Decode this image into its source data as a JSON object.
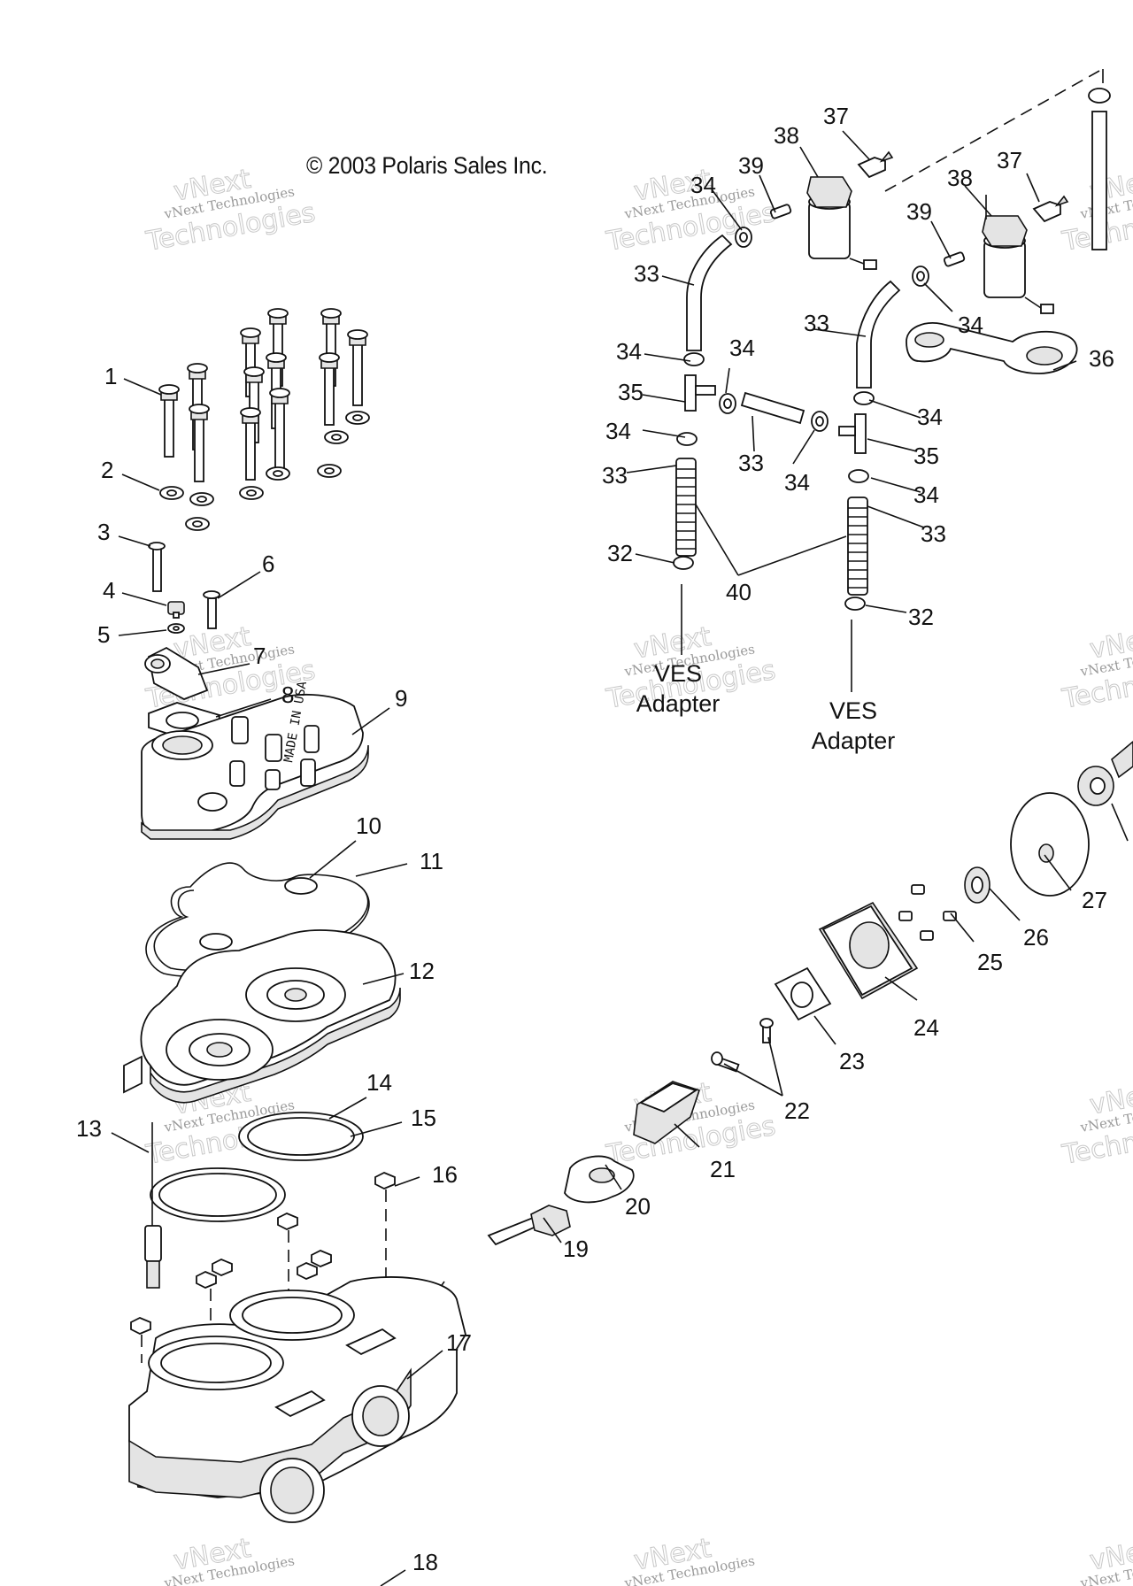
{
  "copyright": "© 2003 Polaris Sales Inc.",
  "watermark": {
    "line1": "vNext Technologies",
    "line2": "vNext",
    "line3": "Technologies"
  },
  "callouts": [
    "1",
    "2",
    "3",
    "4",
    "5",
    "6",
    "7",
    "8",
    "9",
    "10",
    "11",
    "12",
    "13",
    "14",
    "15",
    "16",
    "17",
    "18",
    "19",
    "20",
    "21",
    "22",
    "23",
    "24",
    "25",
    "26",
    "27",
    "32",
    "33",
    "34",
    "35",
    "36",
    "37",
    "38",
    "39",
    "40"
  ],
  "adapter_label": {
    "line1": "VES",
    "line2": "Adapter"
  },
  "icons": [
    "bolt-icon",
    "washer-icon",
    "gasket-icon",
    "cylinder-head-icon",
    "cylinder-icon",
    "solenoid-icon",
    "hose-icon",
    "clamp-icon",
    "tee-fitting-icon"
  ]
}
